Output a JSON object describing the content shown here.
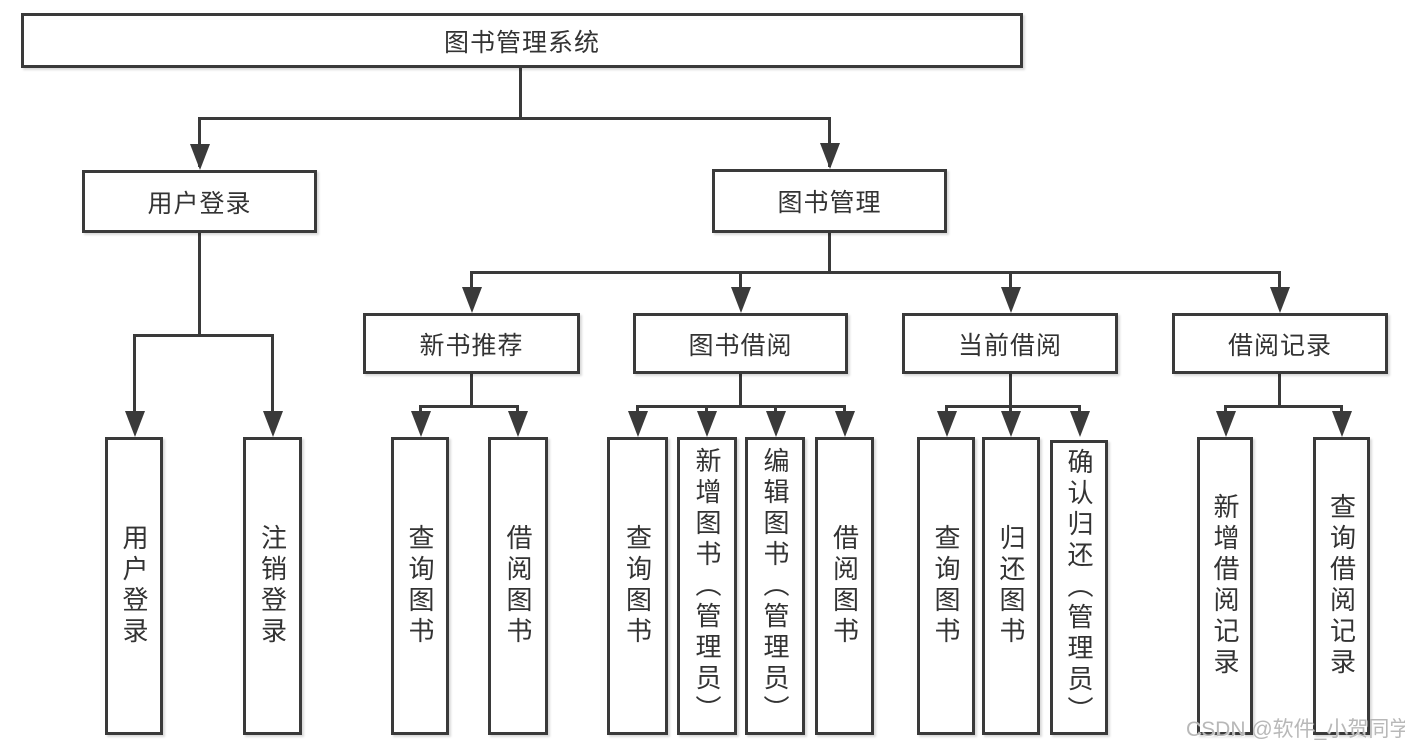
{
  "diagram": {
    "root": {
      "label": "图书管理系统"
    },
    "branches": [
      {
        "label": "用户登录",
        "children": [
          {
            "label": "用户登录"
          },
          {
            "label": "注销登录"
          }
        ]
      },
      {
        "label": "图书管理",
        "children": [
          {
            "label": "新书推荐",
            "children": [
              {
                "label": "查询图书"
              },
              {
                "label": "借阅图书"
              }
            ]
          },
          {
            "label": "图书借阅",
            "children": [
              {
                "label": "查询图书"
              },
              {
                "label": "新增图书（管理员）"
              },
              {
                "label": "编辑图书（管理员）"
              },
              {
                "label": "借阅图书"
              }
            ]
          },
          {
            "label": "当前借阅",
            "children": [
              {
                "label": "查询图书"
              },
              {
                "label": "归还图书"
              },
              {
                "label": "确认归还（管理员）"
              }
            ]
          },
          {
            "label": "借阅记录",
            "children": [
              {
                "label": "新增借阅记录"
              },
              {
                "label": "查询借阅记录"
              }
            ]
          }
        ]
      }
    ]
  },
  "watermark": {
    "text": "CSDN @软件_小贺同学"
  },
  "colors": {
    "line": "#3a3a3a",
    "text": "#333333",
    "box_bg": "#ffffff",
    "watermark": "#b8b8b8"
  }
}
